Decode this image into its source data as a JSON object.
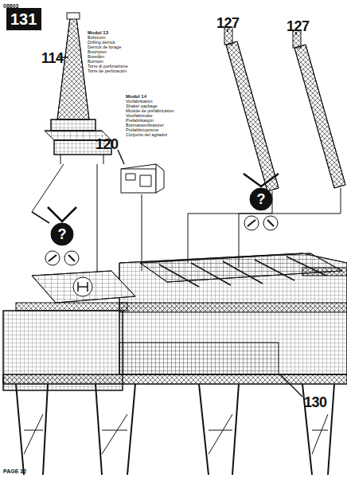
{
  "diagram": {
    "nodes": [
      {
        "text": [
          "131"
        ]
      }
    ],
    "labels": [
      "08803",
      "114",
      "Modul 13",
      "Bohrturm",
      "Drilling derrick",
      "Derrick de forage",
      "Boortoren",
      "Boretårn",
      "Borrtorn",
      "Torre di perforazione",
      "Torre de perforación",
      "Modul 14",
      "Vorfabrikation",
      "Shaker package",
      "Module de préfabrication",
      "Voorfabricatie",
      "Prefabrikasjon",
      "Bormassevibratorer",
      "Prefabbricazione",
      "Conjunto del agitador",
      "120",
      "127",
      "127",
      "?",
      "?",
      "130",
      "PAGE 32"
    ]
  }
}
